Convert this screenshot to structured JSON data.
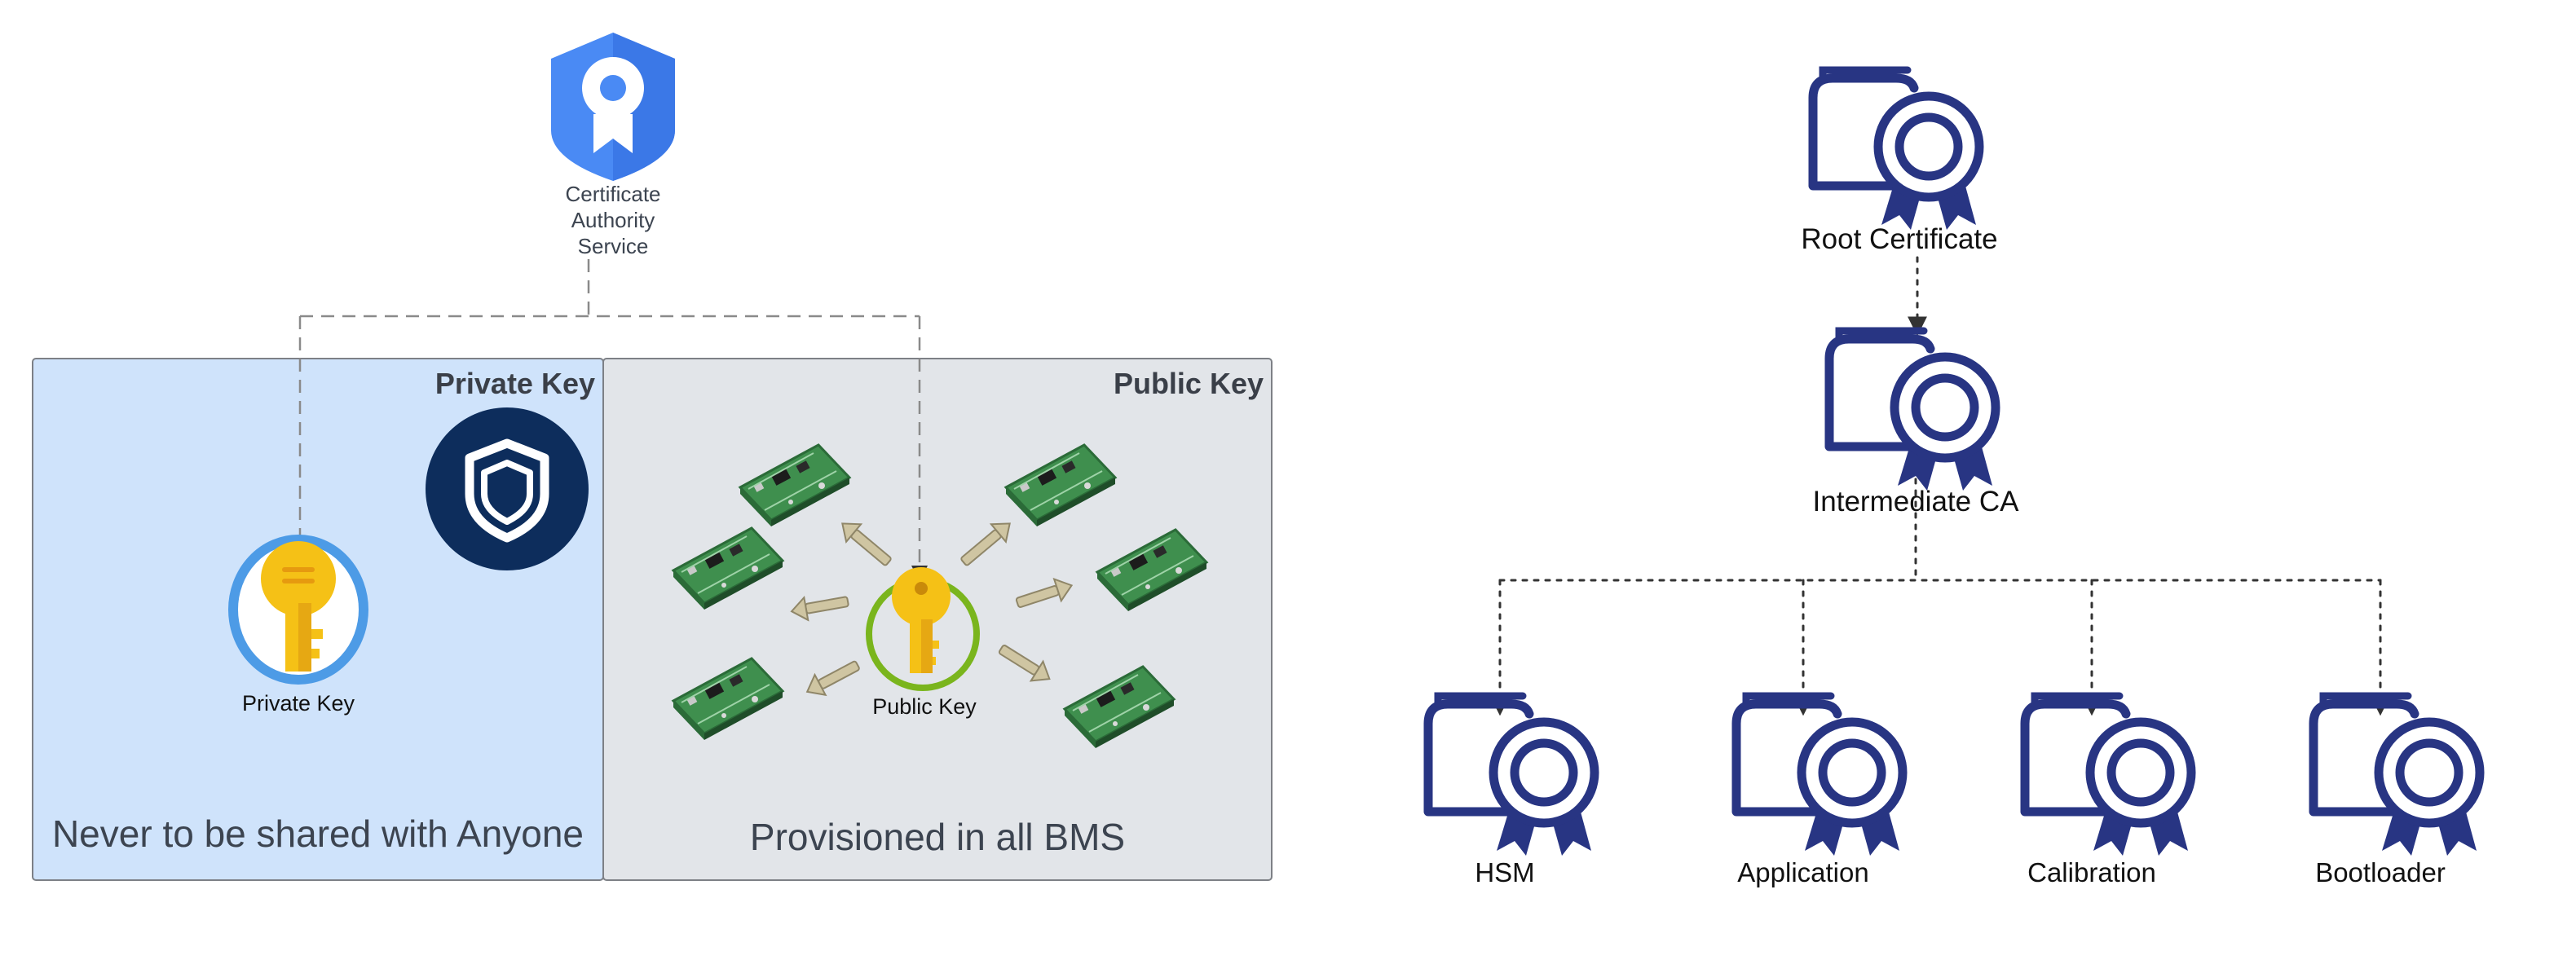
{
  "left_diagram": {
    "ca_service_label": "Certificate\nAuthority\nService",
    "private_panel": {
      "title": "Private Key",
      "key_label": "Private Key",
      "note": "Never to be shared with Anyone",
      "fill": "#cfe3fb"
    },
    "public_panel": {
      "title": "Public Key",
      "key_label": "Public Key",
      "note": "Provisioned in all BMS",
      "fill": "#e2e5e9"
    },
    "colors": {
      "shield_blue": "#4285f4",
      "navy": "#0d2d5c",
      "key_gold": "#f5c116",
      "pcb_green": "#3f8f4e"
    }
  },
  "right_diagram": {
    "root_label": "Root Certificate",
    "intermediate_label": "Intermediate CA",
    "leaves": [
      "HSM",
      "Application",
      "Calibration",
      "Bootloader"
    ],
    "cert_icon_color": "#283583"
  }
}
